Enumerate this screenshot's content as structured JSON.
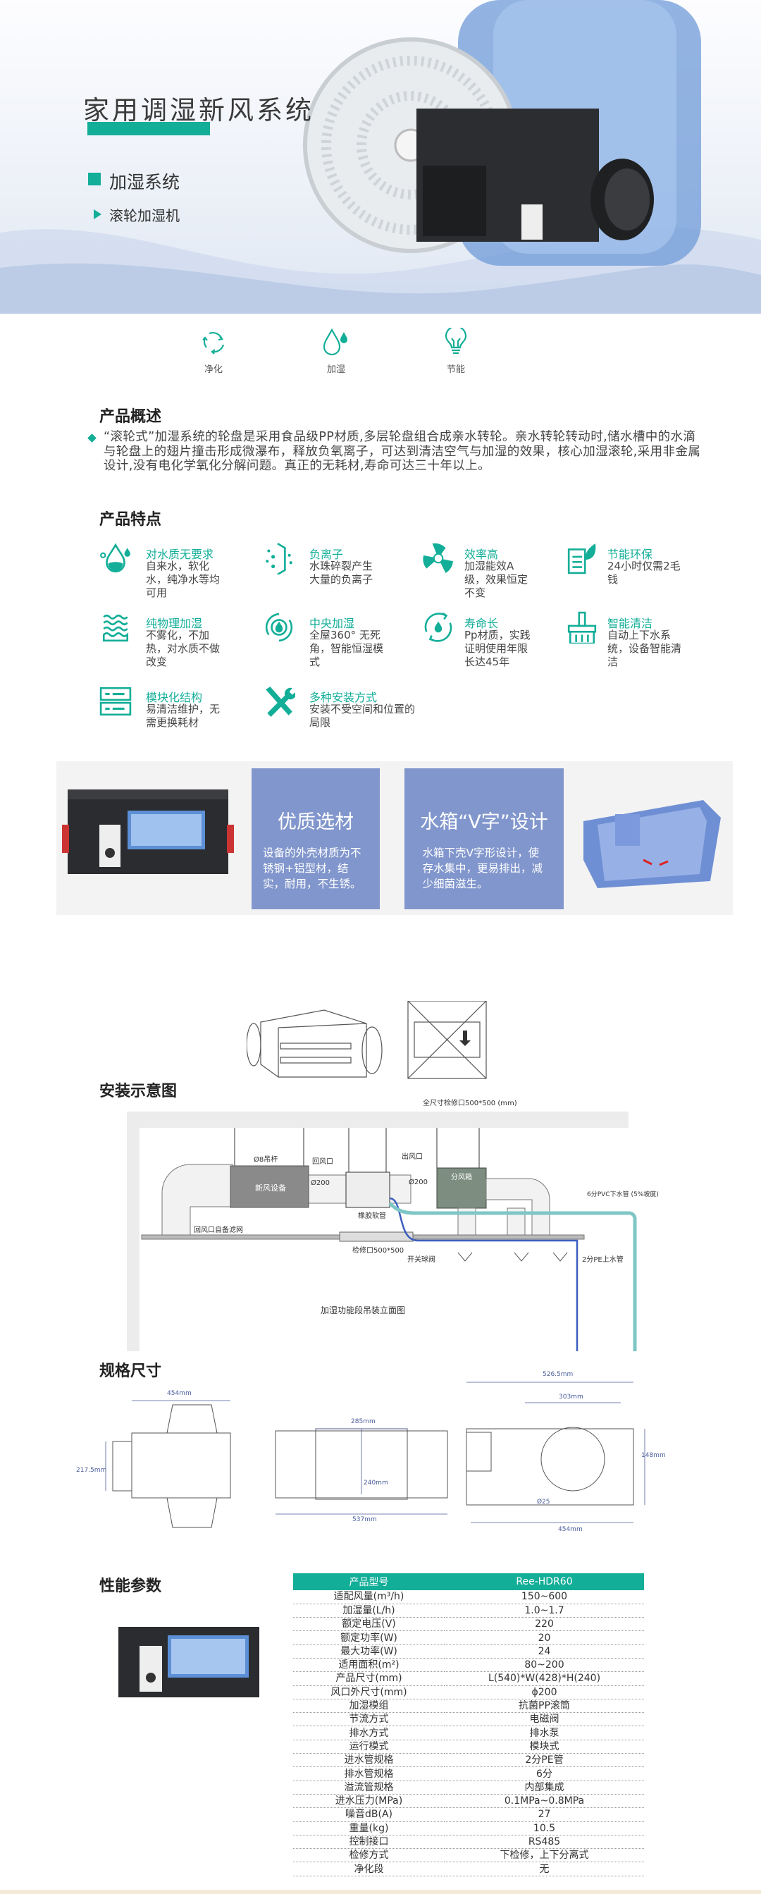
{
  "hero": {
    "title": "家用调湿新风系统",
    "subtitle": "加湿系统",
    "product": "滚轮加湿机"
  },
  "badges": [
    {
      "label": "净化",
      "icon": "recycle-icon"
    },
    {
      "label": "加湿",
      "icon": "water-drop-icon"
    },
    {
      "label": "节能",
      "icon": "light-bulb-icon"
    }
  ],
  "overview": {
    "heading": "产品概述",
    "text": "“滚轮式”加湿系统的轮盘是采用食品级PP材质,多层轮盘组合成亲水转轮。亲水转轮转动时,储水槽中的水滴与轮盘上的翅片撞击形成微瀑布，释放负氧离子，可达到清洁空气与加湿的效果，核心加湿滚轮,采用非金属设计,没有电化学氧化分解问题。真正的无耗材,寿命可达三十年以上。"
  },
  "features": {
    "heading": "产品特点",
    "items": [
      {
        "title": "对水质无要求",
        "desc": "自来水，软化水，纯净水等均可用"
      },
      {
        "title": "负离子",
        "desc": "水珠碎裂产生大量的负离子"
      },
      {
        "title": "效率高",
        "desc": "加湿能效A级，效果恒定不变"
      },
      {
        "title": "节能环保",
        "desc": "24小时仅需2毛钱"
      },
      {
        "title": "纯物理加湿",
        "desc": "不雾化，不加热，对水质不做改变"
      },
      {
        "title": "中央加湿",
        "desc": "全屋360° 无死角，智能恒湿模式"
      },
      {
        "title": "寿命长",
        "desc": "Pp材质，实践证明使用年限长达45年"
      },
      {
        "title": "智能清洁",
        "desc": "自动上下水系统，设备智能清洁"
      },
      {
        "title": "模块化结构",
        "desc": "易清洁维护，无需更换耗材"
      },
      {
        "title": "多种安装方式",
        "desc": "安装不受空间和位置的局限"
      }
    ]
  },
  "panels": [
    {
      "title": "优质选材",
      "text": "设备的外壳材质为不锈钢+铝型材，结实，耐用，不生锈。"
    },
    {
      "title": "水箱“V字”设计",
      "text": "水箱下壳V字形设计，使存水集中，更易排出，减少细菌滋生。"
    }
  ],
  "install": {
    "heading": "安装示意图",
    "top_caption": "全尺寸检修口500*500 (mm)",
    "labels": {
      "rod": "Ø8吊杆",
      "return": "回风口",
      "outlet": "出风口",
      "unit": "新风设备",
      "d1": "Ø200",
      "d2": "Ø200",
      "box": "分风箱",
      "hose": "橡胶软管",
      "filter": "回风口自备滤网",
      "access": "检修口500*500",
      "valve": "开关球阀",
      "drain": "6分PVC下水管 (5%坡度)",
      "supply": "2分PE上水管"
    },
    "caption": "加湿功能段吊装立面图"
  },
  "dimensions": {
    "heading": "规格尺寸",
    "labels": {
      "a": "454mm",
      "b": "217.5mm",
      "c": "285mm",
      "d": "240mm",
      "e": "537mm",
      "f": "526.5mm",
      "g": "303mm",
      "h": "148mm",
      "i": "Ø25",
      "j": "454mm"
    }
  },
  "performance": {
    "heading": "性能参数",
    "header": [
      "产品型号",
      "Ree-HDR60"
    ],
    "rows": [
      [
        "适配风量(m³/h)",
        "150~600"
      ],
      [
        "加湿量(L/h)",
        "1.0~1.7"
      ],
      [
        "额定电压(V)",
        "220"
      ],
      [
        "额定功率(W)",
        "20"
      ],
      [
        "最大功率(W)",
        "24"
      ],
      [
        "适用面积(m²)",
        "80~200"
      ],
      [
        "产品尺寸(mm)",
        "L(540)*W(428)*H(240)"
      ],
      [
        "风口外尺寸(mm)",
        "ϕ200"
      ],
      [
        "加湿模组",
        "抗菌PP滚筒"
      ],
      [
        "节流方式",
        "电磁阀"
      ],
      [
        "排水方式",
        "排水泵"
      ],
      [
        "运行模式",
        "模块式"
      ],
      [
        "进水管规格",
        "2分PE管"
      ],
      [
        "排水管规格",
        "6分"
      ],
      [
        "溢流管规格",
        "内部集成"
      ],
      [
        "进水压力(MPa)",
        "0.1MPa~0.8MPa"
      ],
      [
        "噪音dB(A)",
        "27"
      ],
      [
        "重量(kg)",
        "10.5"
      ],
      [
        "控制接口",
        "RS485"
      ],
      [
        "检修方式",
        "下检修，上下分离式"
      ],
      [
        "净化段",
        "无"
      ]
    ]
  },
  "colors": {
    "accent": "#13ae98",
    "panel": "#8196cc"
  }
}
